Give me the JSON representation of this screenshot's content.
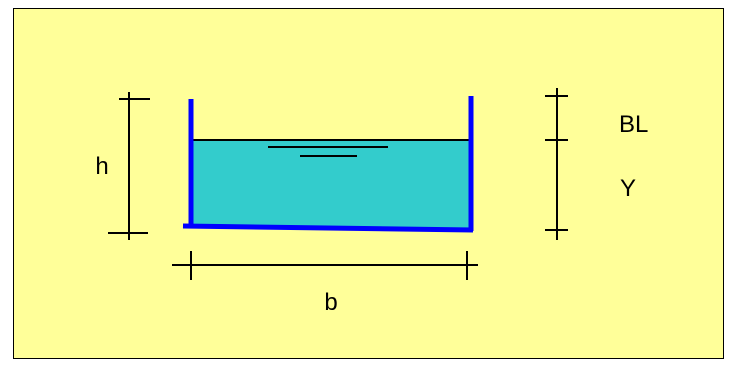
{
  "labels": {
    "height": "h",
    "freeboard": "BL",
    "depth": "Y",
    "width": "b"
  },
  "colors": {
    "background": "#FFFF99",
    "border": "#000000",
    "water": "#33CCCC",
    "channel_walls": "#0000FF",
    "dimension_lines": "#000000"
  }
}
